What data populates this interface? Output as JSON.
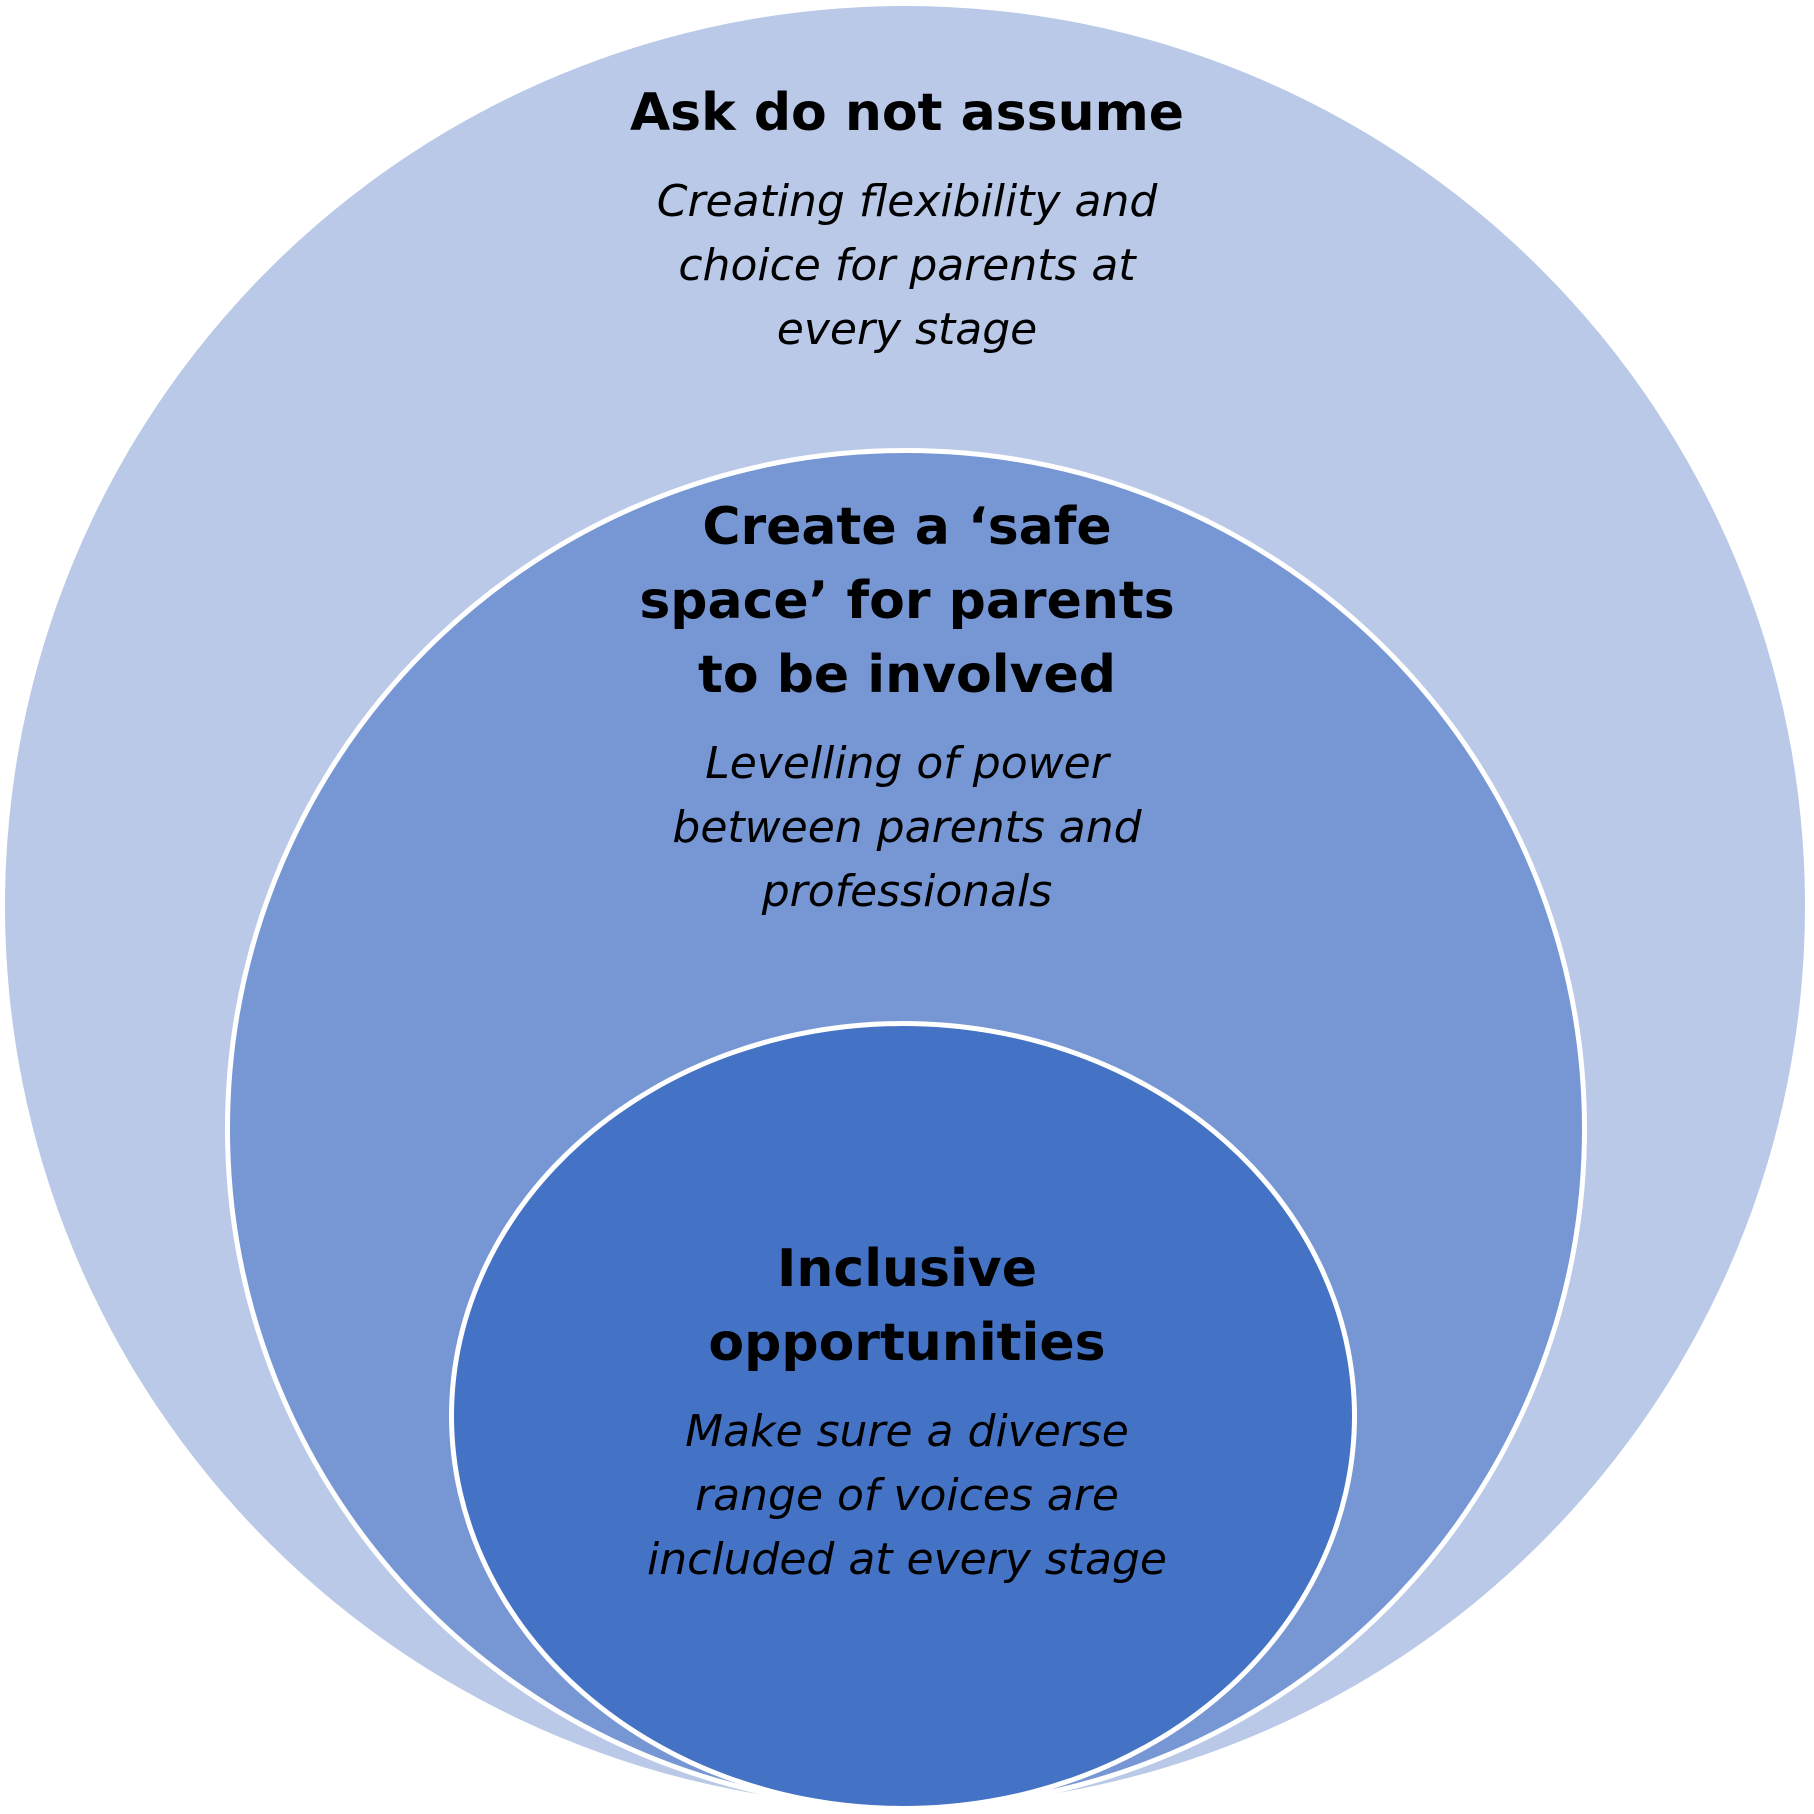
{
  "layers": {
    "outer": {
      "heading": "Ask do not assume",
      "subtext": "Creating flexibility and\nchoice for parents at\nevery stage",
      "color": "#b9c9e7"
    },
    "middle": {
      "heading": "Create a ‘safe\nspace’ for parents\nto be involved",
      "subtext": "Levelling of power\nbetween parents and\nprofessionals",
      "color": "#7696d4"
    },
    "inner": {
      "heading": "Inclusive\nopportunities",
      "subtext": "Make sure a diverse\nrange of voices are\nincluded at every stage",
      "color": "#4472c4"
    }
  }
}
